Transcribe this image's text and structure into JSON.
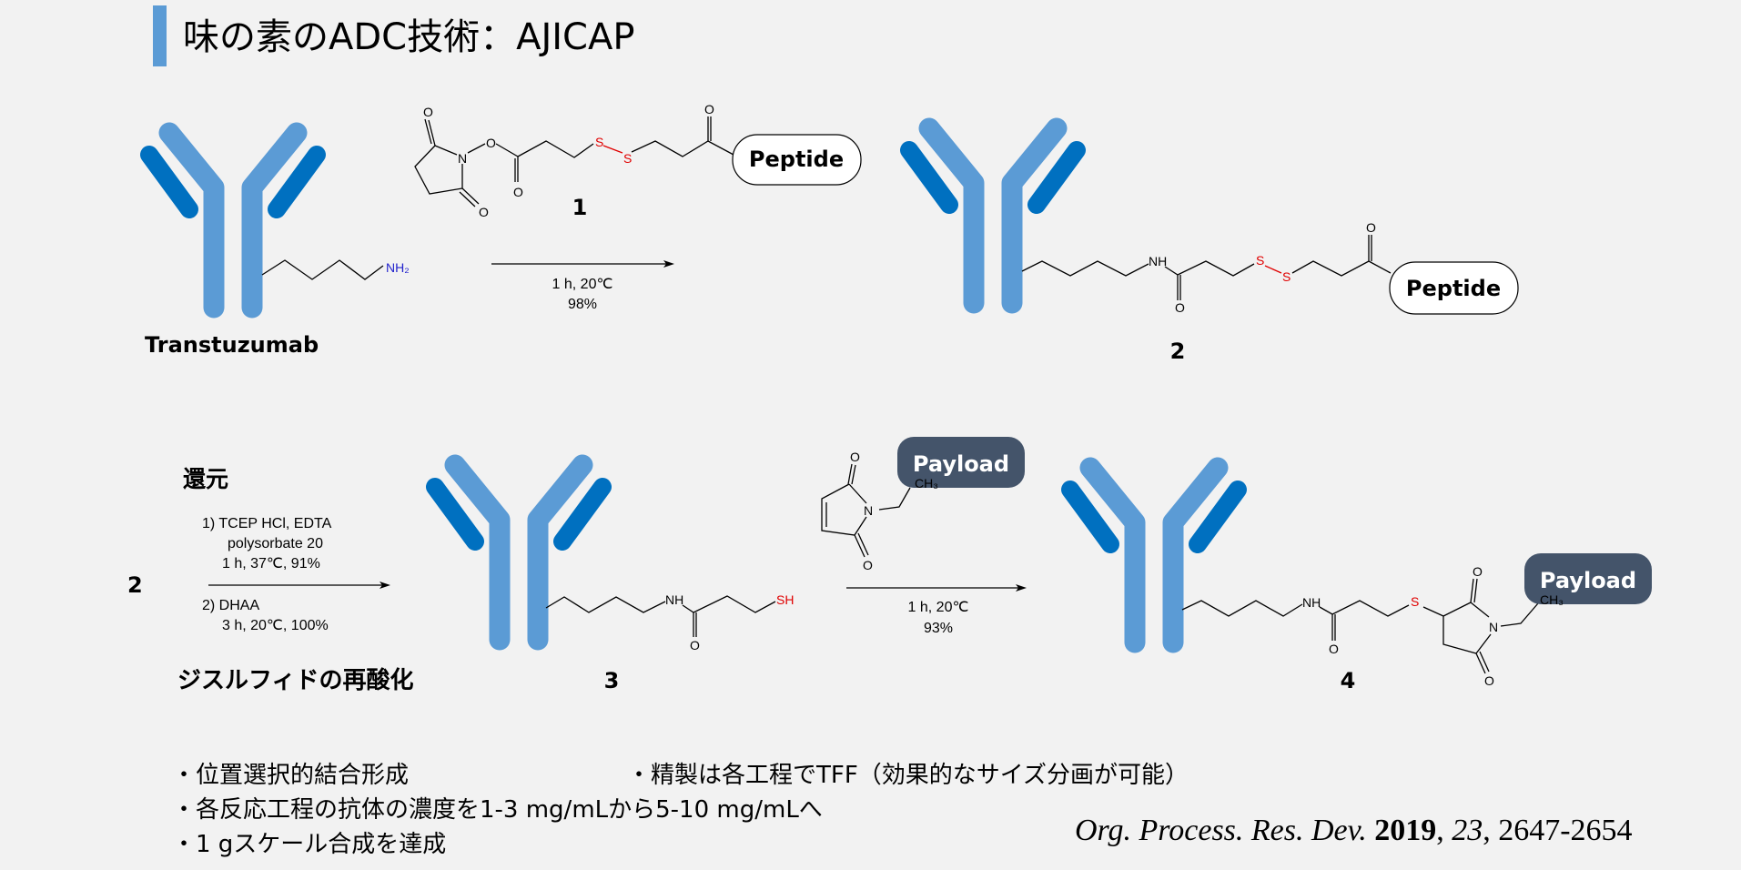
{
  "title": "味の素のADC技術：AJICAP",
  "colors": {
    "accent": "#5B9BD5",
    "antibody_light": "#5B9BD5",
    "antibody_dark": "#0070C0",
    "payload": "#44546A",
    "background": "#F2F2F2",
    "sulfur": "#E00000",
    "nitrogen": "#2222CC"
  },
  "antibody_name": "Transtuzumab",
  "atoms": {
    "O": "O",
    "N": "N",
    "NH": "NH",
    "S": "S",
    "SH": "SH",
    "NH2": "NH₂",
    "CH3": "CH₃"
  },
  "boxes": {
    "peptide": "Peptide",
    "payload": "Payload"
  },
  "compounds": {
    "c1": "1",
    "c2": "2",
    "c3": "3",
    "c4": "4",
    "c2_start": "2"
  },
  "step1": {
    "conditions": "1 h, 20℃",
    "yield": "98%"
  },
  "step2": {
    "heading": "還元",
    "reagent1": "1) TCEP HCl, EDTA",
    "reagent1b": "polysorbate 20",
    "reagent1c": "1 h, 37℃, 91%",
    "reagent2": "2) DHAA",
    "reagent2b": "3 h, 20℃, 100%",
    "footer": "ジスルフィドの再酸化"
  },
  "step3": {
    "conditions": "1 h, 20℃",
    "yield": "93%"
  },
  "bullets": [
    "・位置選択的結合形成",
    "・精製は各工程でTFF（効果的なサイズ分画が可能）",
    "・各反応工程の抗体の濃度を1-3 mg/mLから5-10 mg/mLへ",
    "・1 gスケール合成を達成"
  ],
  "citation": {
    "journal": "Org. Process. Res. Dev.",
    "year": "2019",
    "sep1": ", ",
    "volume": "23",
    "sep2": ", ",
    "pages": "2647-2654"
  }
}
